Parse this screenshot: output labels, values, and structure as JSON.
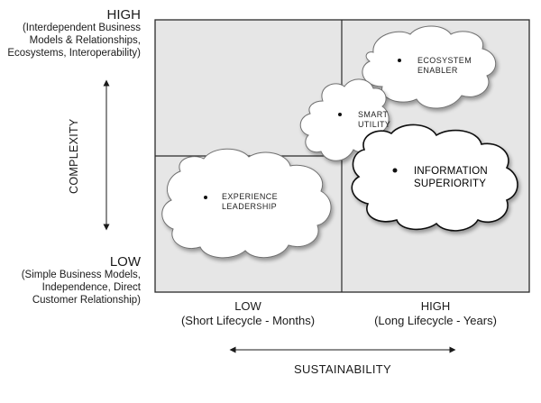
{
  "y_axis": {
    "high": "HIGH",
    "high_detail": [
      "(Interdependent Business",
      "Models & Relationships,",
      "Ecosystems, Interoperability)"
    ],
    "title": "COMPLEXITY",
    "low": "LOW",
    "low_detail": [
      "(Simple Business Models,",
      "Independence, Direct",
      "Customer Relationship)"
    ]
  },
  "x_axis": {
    "low": "LOW",
    "low_detail": "(Short Lifecycle - Months)",
    "high": "HIGH",
    "high_detail": "(Long Lifecycle - Years)",
    "title": "SUSTAINABILITY"
  },
  "clouds": [
    {
      "id": "ecosystem-enabler",
      "lines": [
        "ECOSYSTEM",
        "ENABLER"
      ],
      "emphasis": false
    },
    {
      "id": "smart-utility",
      "lines": [
        "SMART",
        "UTILITY"
      ],
      "emphasis": false
    },
    {
      "id": "information-superiority",
      "lines": [
        "INFORMATION",
        "SUPERIORITY"
      ],
      "emphasis": true
    },
    {
      "id": "experience-leadership",
      "lines": [
        "EXPERIENCE",
        "LEADERSHIP"
      ],
      "emphasis": false
    }
  ],
  "colors": {
    "quadrant_fill": "#e6e6e6",
    "border": "#2b2b2b",
    "cloud_fill": "#ffffff",
    "cloud_stroke": "#6f6f6f",
    "cloud_stroke_emphasis": "#111111"
  }
}
